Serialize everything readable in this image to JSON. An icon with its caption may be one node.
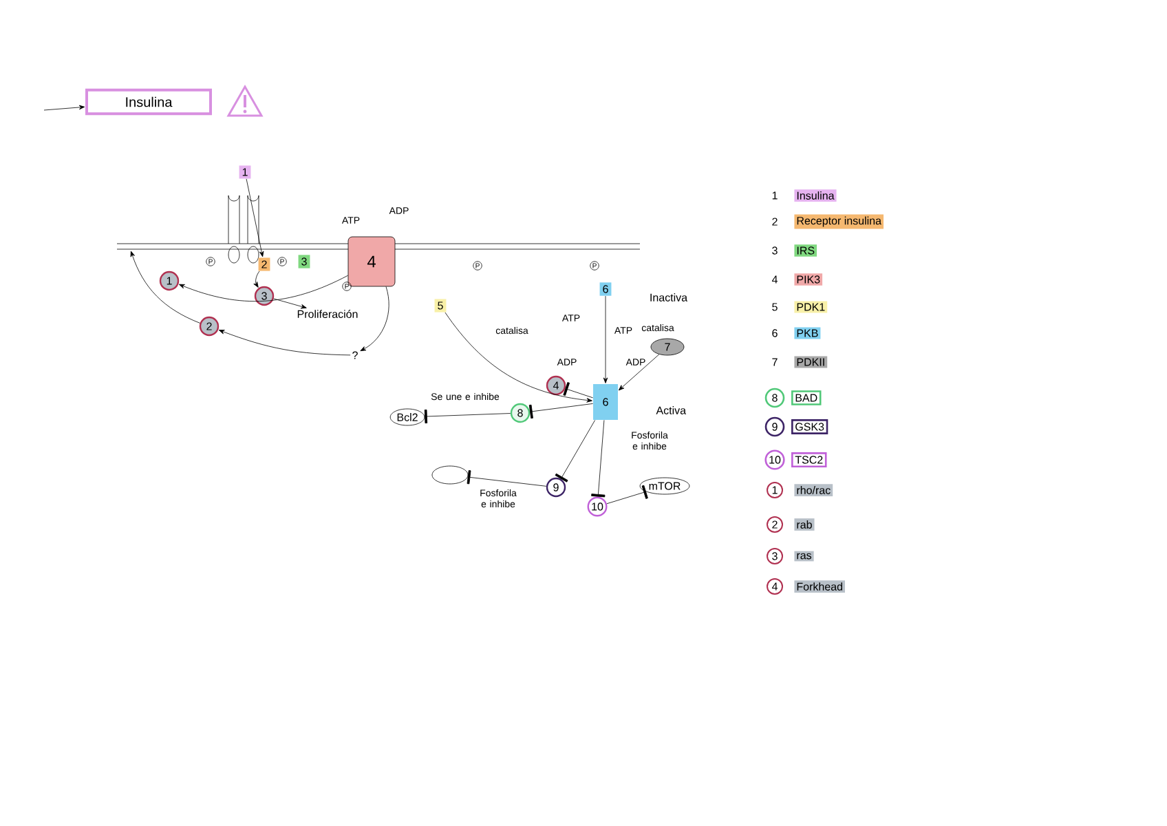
{
  "diagram": {
    "nodes": [
      {
        "text": [
          "Insulina"
        ]
      },
      {
        "text": [
          "1"
        ]
      },
      {
        "text": [
          "2"
        ]
      },
      {
        "text": [
          "3"
        ]
      },
      {
        "text": [
          "4"
        ]
      },
      {
        "text": [
          "5"
        ]
      },
      {
        "text": [
          "6"
        ],
        "beside": [
          "Inactiva"
        ]
      },
      {
        "text": [
          "6"
        ],
        "beside": [
          "Activa"
        ]
      },
      {
        "text": [
          "7"
        ]
      },
      {
        "text": [
          "4"
        ]
      },
      {
        "text": [
          "8"
        ]
      },
      {
        "text": [
          "Bcl2"
        ]
      },
      {
        "text": [
          "9"
        ]
      },
      {
        "text": [],
        "shape": "ellipse"
      },
      {
        "text": [
          "10"
        ]
      },
      {
        "text": [
          "mTOR"
        ]
      },
      {
        "text": [
          "1"
        ]
      },
      {
        "text": [
          "3"
        ]
      },
      {
        "text": [
          "2"
        ]
      },
      {
        "text": [
          "Proliferación"
        ]
      },
      {
        "text": [
          "?"
        ]
      }
    ],
    "edges": [
      {
        "from": null,
        "to": 0,
        "arrow": "to"
      },
      {
        "from": 1,
        "to": 2,
        "arrow": "to"
      },
      {
        "from": 2,
        "to": 17,
        "arrow": "to"
      },
      {
        "from": 17,
        "to": 19,
        "arrow": "to"
      },
      {
        "from": 4,
        "to": 16,
        "arrow": "to"
      },
      {
        "from": 4,
        "to": 20,
        "arrow": "to"
      },
      {
        "from": 20,
        "to": 18,
        "arrow": "to"
      },
      {
        "from": 18,
        "to": null,
        "arrow": "to"
      },
      {
        "from": 5,
        "to": 7,
        "arrow": "to",
        "label": "catalisa"
      },
      {
        "from": 6,
        "to": 7,
        "arrow": "to"
      },
      {
        "from": 8,
        "to": 7,
        "arrow": "to",
        "label": "catalisa"
      },
      {
        "from": 7,
        "to": 9,
        "arrow": "other"
      },
      {
        "from": 10,
        "to": 11,
        "arrow": "other",
        "label": "Se une e inhibe"
      },
      {
        "from": 7,
        "to": 10,
        "arrow": "other"
      },
      {
        "from": 7,
        "to": 12,
        "arrow": "other"
      },
      {
        "from": 12,
        "to": 13,
        "arrow": "other",
        "label": "Fosforila e inhibe"
      },
      {
        "from": 7,
        "to": 14,
        "arrow": "other",
        "label": "Fosforila e inhibe"
      },
      {
        "from": 14,
        "to": 15,
        "arrow": "other"
      }
    ],
    "labels": [
      "ATP",
      "ADP",
      "P",
      "P",
      "P",
      "P",
      "P",
      "ATP",
      "ATP",
      "ADP",
      "ADP",
      "1",
      "2",
      "3",
      "4",
      "5",
      "6",
      "7",
      "8",
      "9",
      "10",
      "1",
      "2",
      "3",
      "4"
    ],
    "legend": [
      {
        "text": "Insulina",
        "color": "#e6b3f0"
      },
      {
        "text": "Receptor insulina",
        "color": "#f5b870"
      },
      {
        "text": "IRS",
        "color": "#80d880"
      },
      {
        "text": "PIK3",
        "color": "#f0a8a8"
      },
      {
        "text": "PDK1",
        "color": "#f8f0a8"
      },
      {
        "text": "PKB",
        "color": "#80d0f0"
      },
      {
        "text": "PDKII",
        "color": "#a8a8a8"
      },
      {
        "text": "BAD",
        "color": "#50c878"
      },
      {
        "text": "GSK3",
        "color": "#3d2466"
      },
      {
        "text": "TSC2",
        "color": "#c060d8"
      },
      {
        "text": "rho/rac",
        "color": "#b8c0c8"
      },
      {
        "text": "rab",
        "color": "#b8c0c8"
      },
      {
        "text": "ras",
        "color": "#b8c0c8"
      },
      {
        "text": "Forkhead",
        "color": "#b8c0c8"
      }
    ]
  }
}
